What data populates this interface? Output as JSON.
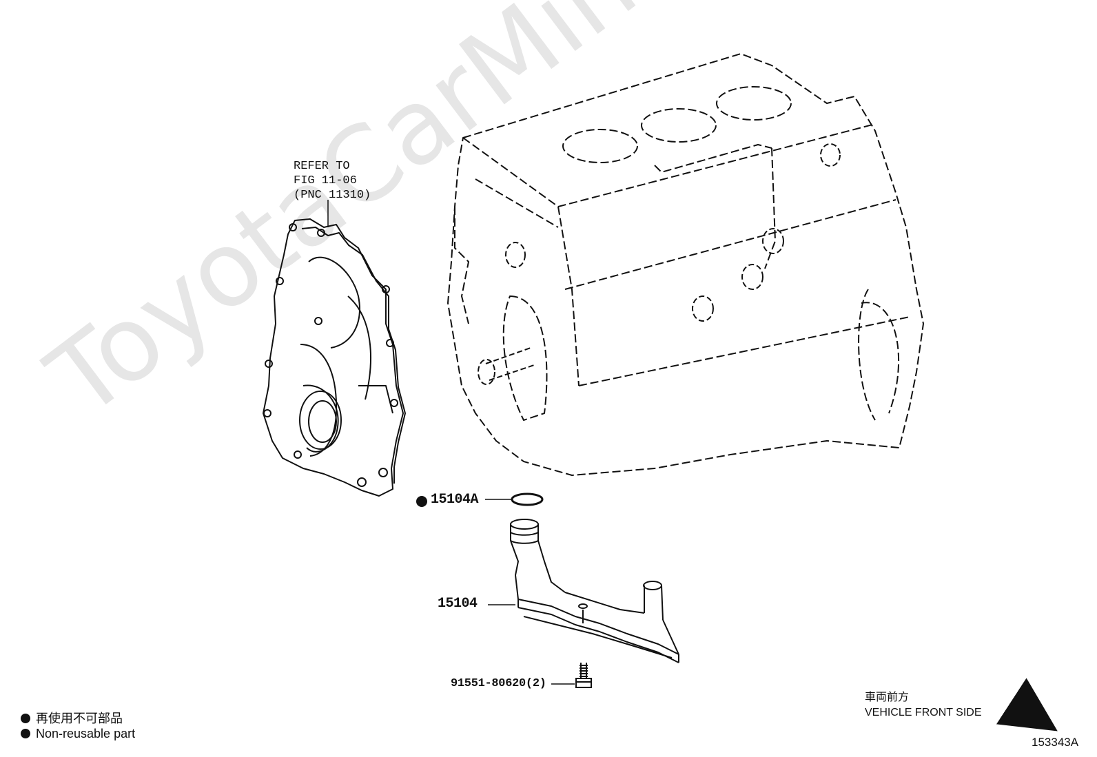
{
  "watermark": "ToyotaCarMine.ru",
  "refer_note": {
    "line1": "REFER TO",
    "line2": "FIG 11-06",
    "line3": "(PNC 11310)"
  },
  "callouts": {
    "oring": "15104A",
    "strainer": "15104",
    "bolt": "91551-80620(2)"
  },
  "legend": {
    "jp": "再使用不可部品",
    "en": "Non-reusable part"
  },
  "front_note": {
    "jp": "車両前方",
    "en": "VEHICLE FRONT SIDE"
  },
  "illustration_id": "153343A"
}
